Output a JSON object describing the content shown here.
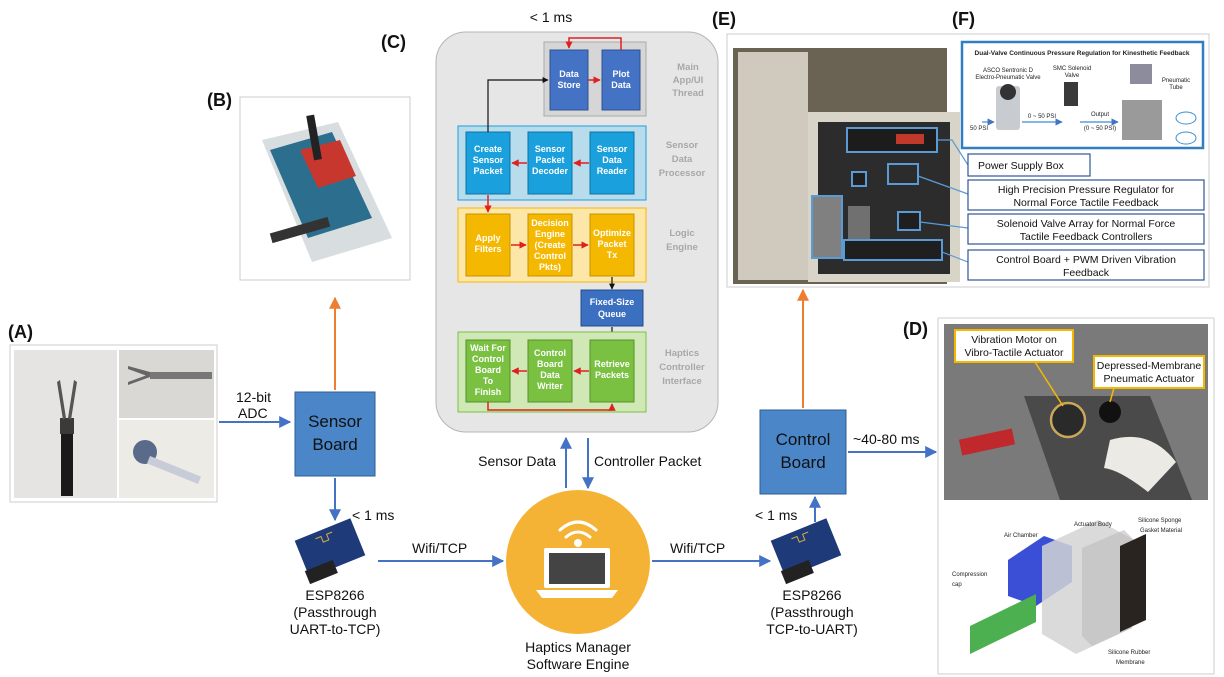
{
  "panels": {
    "A": "(A)",
    "B": "(B)",
    "C": "(C)",
    "D": "(D)",
    "E": "(E)",
    "F": "(F)"
  },
  "sensor_board": {
    "line1": "Sensor",
    "line2": "Board"
  },
  "control_board": {
    "line1": "Control",
    "line2": "Board"
  },
  "adc_label": {
    "line1": "12-bit",
    "line2": "ADC"
  },
  "latency": {
    "sensor_esp": "< 1 ms",
    "control_esp": "< 1 ms",
    "top": "< 1 ms",
    "to_actuator": "~40-80 ms"
  },
  "links": {
    "wifi_left": "Wifi/TCP",
    "wifi_right": "Wifi/TCP",
    "sensor_data": "Sensor Data",
    "controller_packet": "Controller Packet"
  },
  "esp_left": {
    "line1": "ESP8266",
    "line2": "(Passthrough",
    "line3": "UART-to-TCP)"
  },
  "esp_right": {
    "line1": "ESP8266",
    "line2": "(Passthrough",
    "line3": "TCP-to-UART)"
  },
  "manager": {
    "line1": "Haptics Manager",
    "line2": "Software Engine"
  },
  "sections": {
    "main_app": {
      "line1": "Main",
      "line2": "App/UI",
      "line3": "Thread"
    },
    "sensor_proc": {
      "line1": "Sensor",
      "line2": "Data",
      "line3": "Processor"
    },
    "logic": {
      "line1": "Logic",
      "line2": "Engine"
    },
    "haptics": {
      "line1": "Haptics",
      "line2": "Controller",
      "line3": "Interface"
    }
  },
  "blocks": {
    "data_store": {
      "l1": "Data",
      "l2": "Store"
    },
    "plot_data": {
      "l1": "Plot",
      "l2": "Data"
    },
    "create_packet": {
      "l1": "Create",
      "l2": "Sensor",
      "l3": "Packet"
    },
    "decoder": {
      "l1": "Sensor",
      "l2": "Packet",
      "l3": "Decoder"
    },
    "reader": {
      "l1": "Sensor",
      "l2": "Data",
      "l3": "Reader"
    },
    "filters": {
      "l1": "Apply",
      "l2": "Filters"
    },
    "decision": {
      "l1": "Decision",
      "l2": "Engine",
      "l3": "(Create",
      "l4": "Control",
      "l5": "Pkts)"
    },
    "optimize": {
      "l1": "Optimize",
      "l2": "Packet",
      "l3": "Tx"
    },
    "queue": {
      "l1": "Fixed-Size",
      "l2": "Queue"
    },
    "wait": {
      "l1": "Wait For",
      "l2": "Control",
      "l3": "Board",
      "l4": "To",
      "l5": "Finish"
    },
    "writer": {
      "l1": "Control",
      "l2": "Board",
      "l3": "Data",
      "l4": "Writer"
    },
    "retrieve": {
      "l1": "Retrieve",
      "l2": "Packets"
    }
  },
  "callouts": {
    "power": "Power Supply Box",
    "regulator": {
      "l1": "High Precision Pressure Regulator for",
      "l2": "Normal Force Tactile Feedback"
    },
    "solenoid": {
      "l1": "Solenoid Valve Array for Normal Force",
      "l2": "Tactile Feedback Controllers"
    },
    "control": {
      "l1": "Control Board + PWM Driven Vibration",
      "l2": "Feedback"
    }
  },
  "panel_f": {
    "title": "Dual-Valve Continuous Pressure Regulation for Kinesthetic Feedback",
    "asco": {
      "l1": "ASCO Sentronic D",
      "l2": "Electro-Pneumatic Valve"
    },
    "smc": {
      "l1": "SMC Solenoid",
      "l2": "Valve"
    },
    "tube": {
      "l1": "Pneumatic",
      "l2": "Tube"
    },
    "psi_in": "50 PSI",
    "range": "0 ~ 50 PSI",
    "output": {
      "l1": "Output",
      "l2": "(0 ~ 50 PSI)"
    }
  },
  "panel_d": {
    "vib_motor": {
      "l1": "Vibration Motor on",
      "l2": "Vibro-Tactile Actuator"
    },
    "membrane_act": {
      "l1": "Depressed-Membrane",
      "l2": "Pneumatic Actuator"
    },
    "air_chamber": "Air Chamber",
    "actuator_body": "Actuator Body",
    "gasket": {
      "l1": "Silicone Sponge",
      "l2": "Gasket Material"
    },
    "cap": {
      "l1": "Compression",
      "l2": "cap"
    },
    "membrane": {
      "l1": "Silicone Rubber",
      "l2": "Membrane"
    }
  },
  "colors": {
    "blue_box": "#4a86c8",
    "cyan": "#1aa0dc",
    "orange": "#f5b800",
    "green": "#7ac142",
    "queue": "#3b6fbf",
    "gray_panel": "#e6e6e6",
    "arrow_blue": "#4472c4",
    "arrow_orange": "#ed7d31",
    "red": "#e02020",
    "manager_circle": "#f5b335"
  }
}
